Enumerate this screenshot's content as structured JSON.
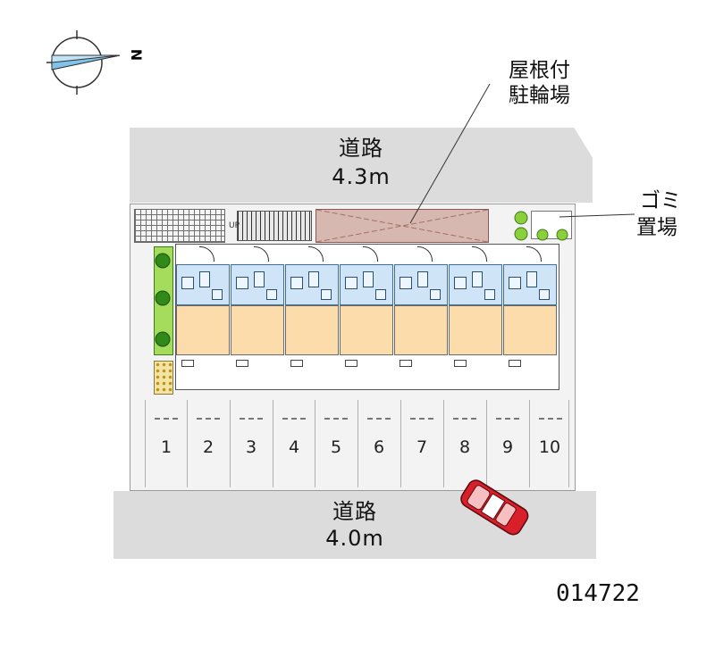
{
  "map": {
    "compass": {
      "north_label": "N",
      "icon": "compass-icon"
    },
    "roads": [
      {
        "name": "道路",
        "width": "4.3m"
      },
      {
        "name": "道路",
        "width": "4.0m"
      }
    ],
    "labels": {
      "bicycle_parking": [
        "屋根付",
        "駐輪場"
      ],
      "garbage": [
        "ゴミ",
        "置場"
      ],
      "stairs_up": "UP"
    },
    "building": {
      "unit_count": 7
    },
    "parking_spaces": [
      "1",
      "2",
      "3",
      "4",
      "5",
      "6",
      "7",
      "8",
      "9",
      "10"
    ],
    "property_id": "014722",
    "colors": {
      "road": "#dcdcdc",
      "bike_shed": "#d6b8b0",
      "wet_area": "#cfe5f7",
      "room": "#fbdcaa",
      "greenery": "#8bcf3a",
      "car": "#d81f2a"
    }
  }
}
